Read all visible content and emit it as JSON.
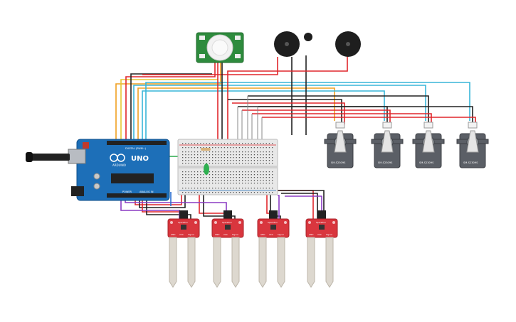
{
  "board": {
    "brand": "UNO",
    "logo_text": "ARDUINO",
    "power_label": "POWER",
    "analog_label": "ANALOG IN",
    "digital_label": "DIGITAL (PWM~)"
  },
  "servo_label": "SM-S2309S",
  "soil_sensor": {
    "brand": "SparkFun",
    "pin_labels": [
      "GND",
      "VCC",
      "Signal"
    ]
  },
  "colors": {
    "arduino": "#1d6fb8",
    "breadboard": "#e8e8e8",
    "pir_board": "#2e8b3d",
    "servo": "#5b5f66",
    "sensor_board": "#d9363e",
    "probe": "#ddd8cf",
    "wire_red": "#e0262b",
    "wire_black": "#222222",
    "wire_orange": "#f0a020",
    "wire_yellow": "#e6c832",
    "wire_cyan": "#39b6d8",
    "wire_blue": "#2c6fd0",
    "wire_green": "#29a94a",
    "wire_purple": "#8b3cc4"
  },
  "icons": [
    "pir-sensor-icon",
    "buzzer-icon",
    "mic-icon",
    "servo-icon",
    "soil-sensor-icon",
    "usb-plug-icon"
  ]
}
